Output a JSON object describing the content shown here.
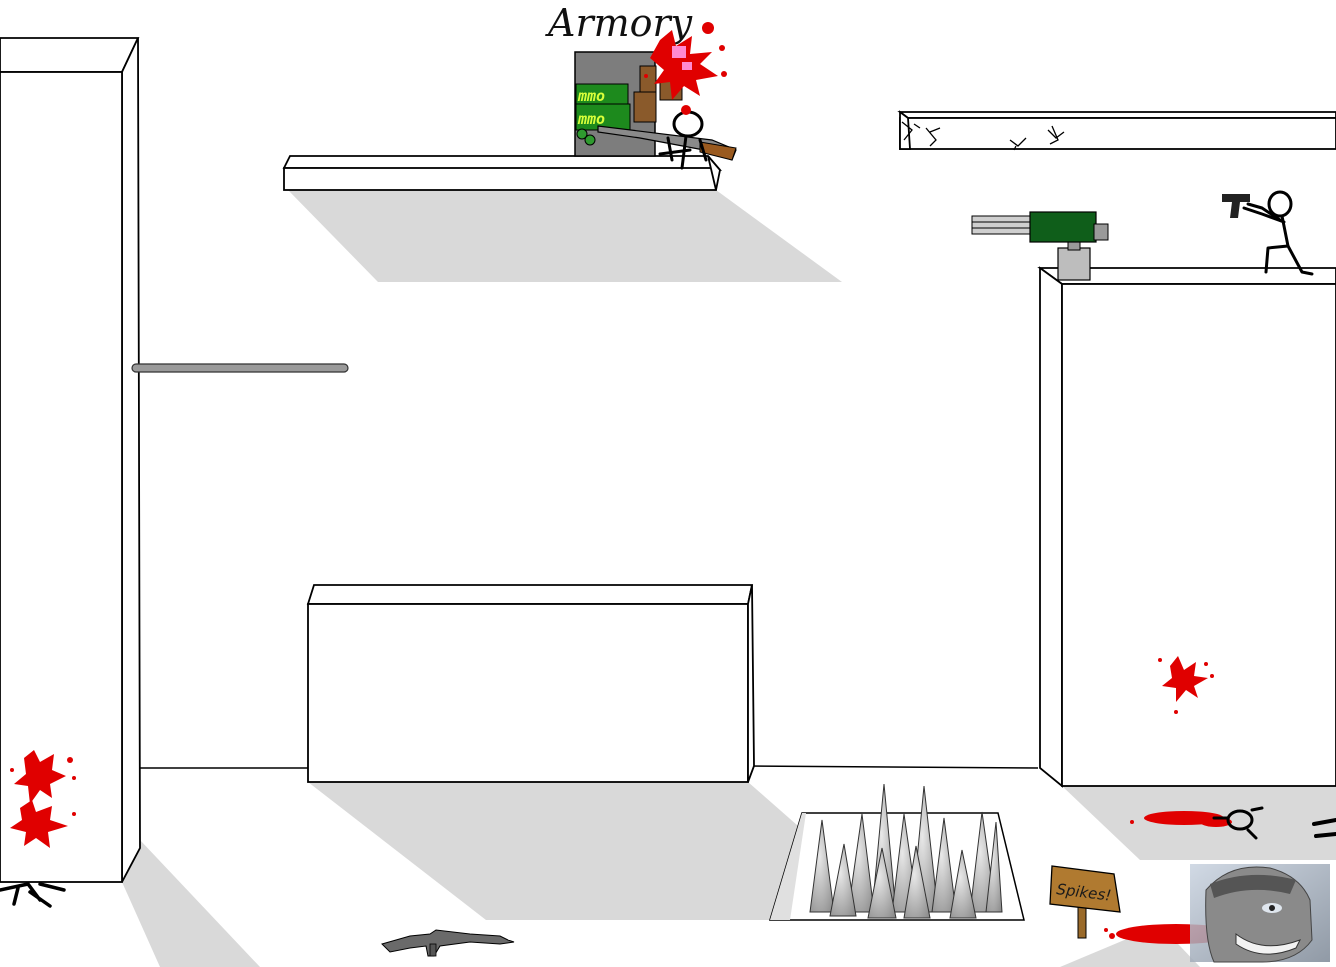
{
  "scene": {
    "armory_sign": "Armory",
    "spikes_sign": "Spikes!",
    "ammo_label_top": "mmo",
    "ammo_label_bottom": "mmo"
  },
  "colors": {
    "background": "#ffffff",
    "floor_shadow": "#d9d9d9",
    "blood": "#e00000",
    "ammo_box": "#1d8a1d",
    "minigun": "#0f5e1a",
    "sign_wood": "#b07a30"
  },
  "icons": {
    "player": "stickman-gunner-icon",
    "enemy": "stickman-enemy-icon",
    "portrait": "player-portrait-icon"
  }
}
